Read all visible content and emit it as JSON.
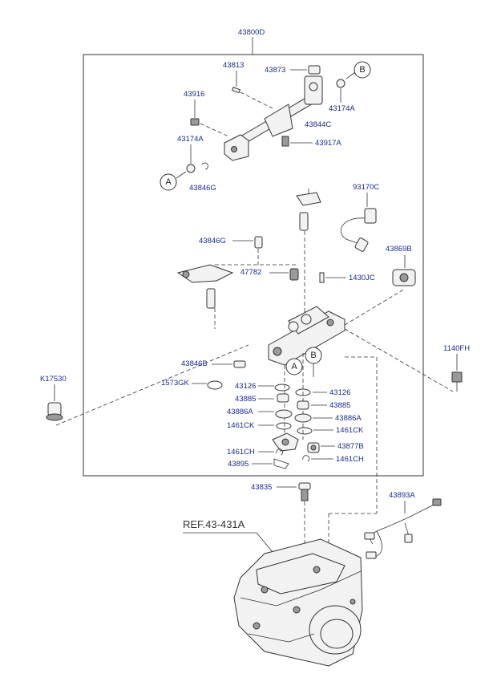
{
  "assembly_label": "43800D",
  "ref_label": "REF.43-431A",
  "callout_a": "A",
  "callout_b": "B",
  "parts": {
    "p43813": "43813",
    "p43873": "43873",
    "p43916": "43916",
    "p43174A_top": "43174A",
    "p43844C": "43844C",
    "p43174A_left": "43174A",
    "p43917A": "43917A",
    "p43846G_top": "43846G",
    "p93170C": "93170C",
    "p43846G_mid": "43846G",
    "p43869B": "43869B",
    "p47782": "47782",
    "p1430JC": "1430JC",
    "p1140FH": "1140FH",
    "p43846B": "43846B",
    "pK17530": "K17530",
    "p1573GK": "1573GK",
    "p43126_left": "43126",
    "p43126_right": "43126",
    "p43885_left": "43885",
    "p43885_right": "43885",
    "p43886A_left": "43886A",
    "p43886A_right": "43886A",
    "p1461CK_left": "1461CK",
    "p1461CK_right": "1461CK",
    "p43877B": "43877B",
    "p1461CH_left": "1461CH",
    "p1461CH_right": "1461CH",
    "p43895": "43895",
    "p43835": "43835",
    "p43893A": "43893A"
  }
}
